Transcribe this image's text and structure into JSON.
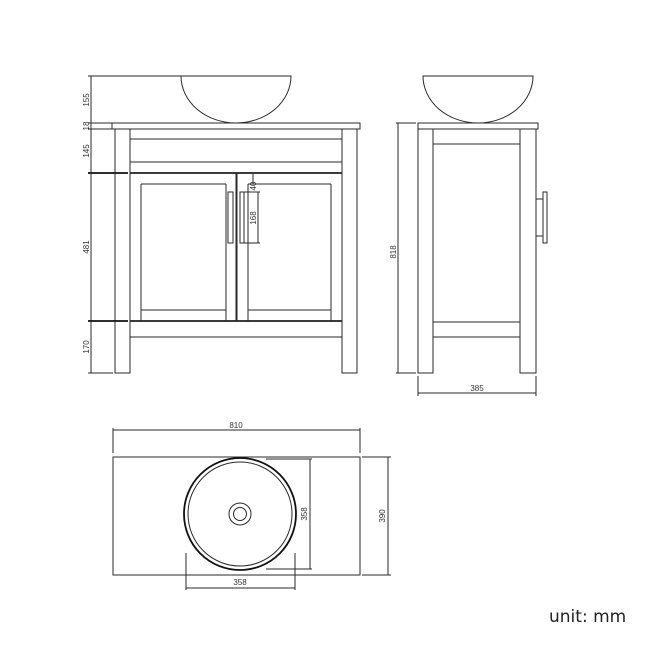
{
  "front_view": {
    "dimensions": {
      "basin_height": "155",
      "top_thickness": "18",
      "apron_height": "145",
      "door_height": "481",
      "leg_clearance": "170",
      "handle_offset": "40",
      "handle_length": "168"
    }
  },
  "side_view": {
    "dimensions": {
      "total_height": "818",
      "depth": "385"
    }
  },
  "top_view": {
    "dimensions": {
      "width": "810",
      "depth": "390",
      "basin_diameter_vertical": "358",
      "basin_diameter_horizontal": "358"
    }
  },
  "unit_label": "unit: mm"
}
